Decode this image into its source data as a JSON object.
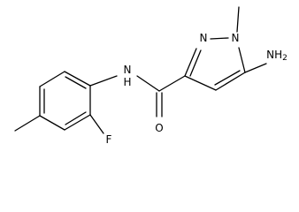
{
  "labels": {
    "n_amide": "N",
    "h_amide": "H",
    "o_carbonyl": "O",
    "f_substituent": "F",
    "n_ring_2": "N",
    "n_ring_1": "N",
    "nh2_amino": "NH",
    "nh2_subscript": "2"
  }
}
